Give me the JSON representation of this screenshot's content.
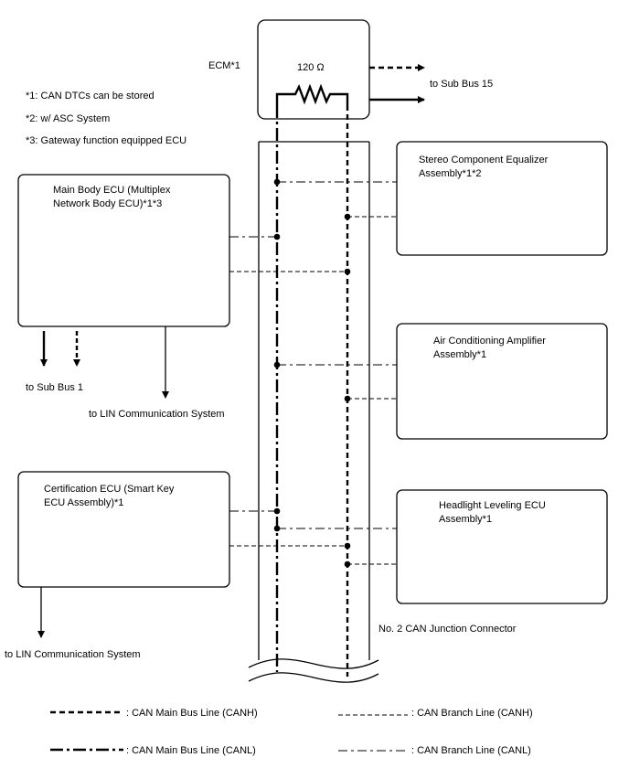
{
  "ecm": {
    "label": "ECM*1",
    "resistor": "120 Ω",
    "to_sub_bus": "to Sub Bus 15"
  },
  "notes": [
    "*1: CAN DTCs can be stored",
    "*2: w/ ASC System",
    "*3: Gateway function equipped ECU"
  ],
  "left_ecus": {
    "main_body": {
      "line1": "Main Body ECU (Multiplex",
      "line2": "Network Body ECU)*1*3"
    },
    "certification": {
      "line1": "Certification ECU (Smart Key",
      "line2": "ECU Assembly)*1"
    }
  },
  "right_ecus": {
    "stereo": {
      "line1": "Stereo Component Equalizer",
      "line2": "Assembly*1*2"
    },
    "air_conditioning": {
      "line1": "Air Conditioning Amplifier",
      "line2": "Assembly*1"
    },
    "headlight": {
      "line1": "Headlight Leveling ECU",
      "line2": "Assembly*1"
    }
  },
  "destinations": {
    "sub_bus_1": "to Sub Bus 1",
    "lin_main_body": "to LIN Communication System",
    "lin_certification": "to LIN Communication System"
  },
  "junction_connector": "No. 2 CAN Junction Connector",
  "legend": {
    "main_canh": ": CAN Main Bus Line (CANH)",
    "main_canl": ": CAN Main Bus Line (CANL)",
    "branch_canh": ": CAN Branch Line (CANH)",
    "branch_canl": ": CAN Branch Line (CANL)"
  }
}
